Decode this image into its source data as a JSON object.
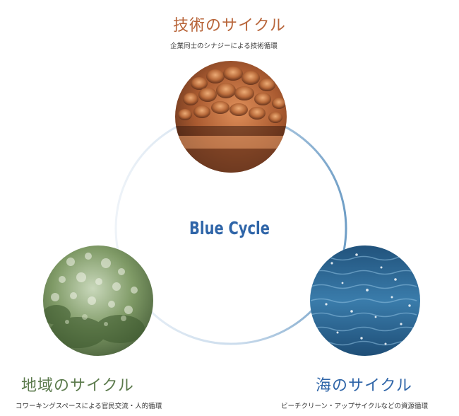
{
  "center": {
    "label": "Blue Cycle"
  },
  "colors": {
    "tech": "#b8653a",
    "local": "#5b7a4c",
    "sea": "#2f65a8",
    "center": "#2f65a8"
  },
  "cycles": {
    "tech": {
      "title": "技術のサイクル",
      "subtitle": "企業同士のシナジーによる技術循環",
      "image": "sunset-clouds"
    },
    "local": {
      "title": "地域のサイクル",
      "subtitle": "コワーキングスペースによる官民交流・人的循環",
      "image": "green-foliage-bokeh"
    },
    "sea": {
      "title": "海のサイクル",
      "subtitle": "ビーチクリーン・アップサイクルなどの資源循環",
      "image": "sparkling-sea-water"
    }
  }
}
